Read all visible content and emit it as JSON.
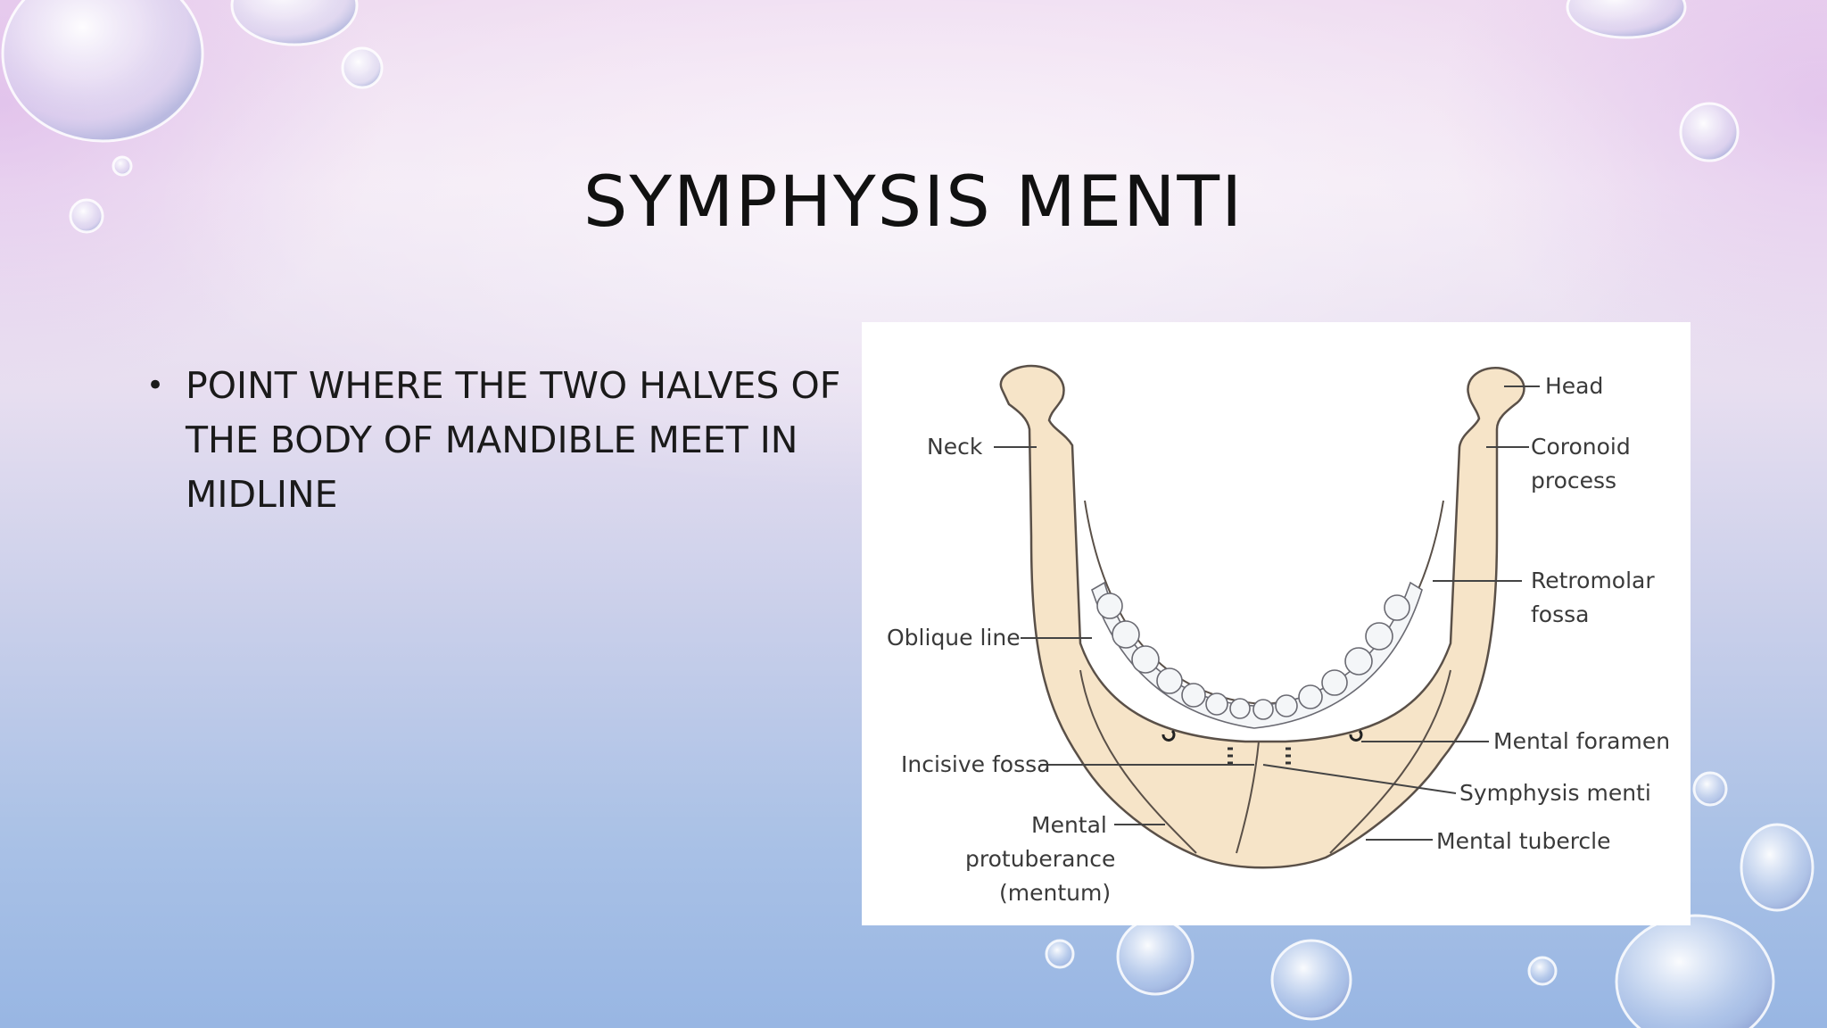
{
  "slide": {
    "title": "SYMPHYSIS MENTI",
    "bullets": [
      "POINT WHERE THE TWO HALVES OF THE BODY OF MANDIBLE MEET IN MIDLINE"
    ]
  },
  "figure": {
    "labels": {
      "head": "Head",
      "neck": "Neck",
      "coronoid_1": "Coronoid",
      "coronoid_2": "process",
      "retromolar_1": "Retromolar",
      "retromolar_2": "fossa",
      "oblique_line": "Oblique line",
      "mental_foramen": "Mental foramen",
      "incisive_fossa": "Incisive fossa",
      "symphysis_menti": "Symphysis menti",
      "mental_tubercle": "Mental tubercle",
      "mental_prot_1": "Mental",
      "mental_prot_2": "protuberance",
      "mental_prot_3": "(mentum)"
    }
  },
  "colors": {
    "bone": "#f6e4c8",
    "bone_outline": "#5a5048",
    "teeth": "#f4f6f8",
    "teeth_outline": "#6a6a72"
  }
}
